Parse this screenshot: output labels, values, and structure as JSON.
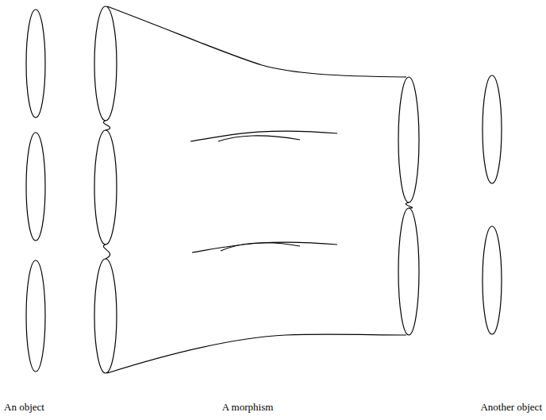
{
  "diagram": {
    "labels": [
      "An object",
      "A morphism",
      "Another object"
    ]
  }
}
